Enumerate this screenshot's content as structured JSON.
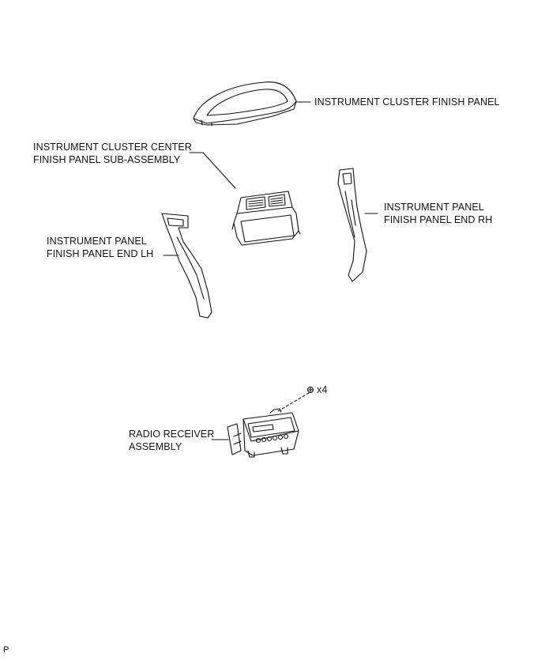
{
  "parts": {
    "cluster_finish_panel": {
      "label": "INSTRUMENT CLUSTER FINISH PANEL"
    },
    "cluster_center_panel": {
      "line1": "INSTRUMENT CLUSTER CENTER",
      "line2": "FINISH PANEL SUB-ASSEMBLY"
    },
    "end_rh": {
      "line1": "INSTRUMENT PANEL",
      "line2": "FINISH PANEL END RH"
    },
    "end_lh": {
      "line1": "INSTRUMENT PANEL",
      "line2": "FINISH PANEL END LH"
    },
    "radio": {
      "line1": "RADIO RECEIVER",
      "line2": "ASSEMBLY"
    },
    "screw": {
      "qty": "x4"
    }
  },
  "footer": {
    "code": "P"
  }
}
